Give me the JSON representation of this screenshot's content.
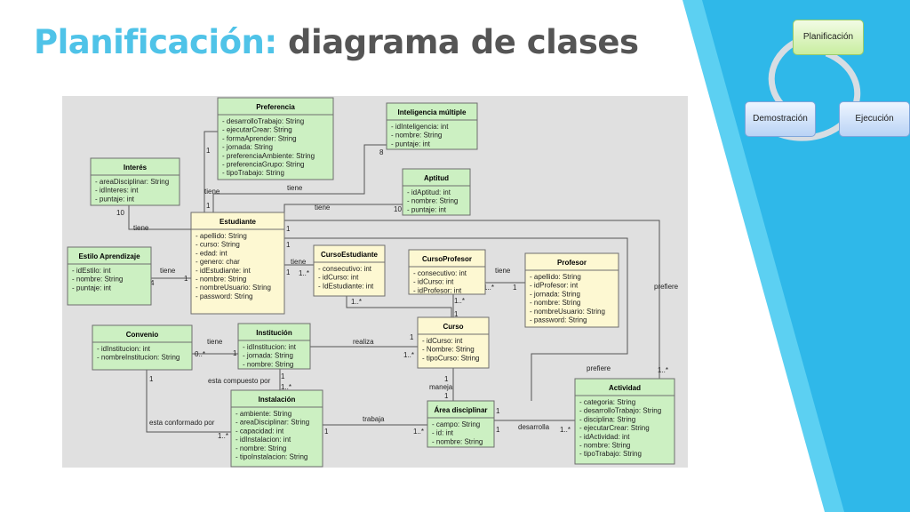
{
  "slide": {
    "title_highlight": "Planificación:",
    "title_rest": "diagrama de clases"
  },
  "cycle": {
    "nodes": [
      "Planificación",
      "Ejecución",
      "Demostración"
    ]
  },
  "colors": {
    "accent": "#4fc3e8",
    "ribbon_dark": "#29b6e8",
    "ribbon_light": "#5cd0f2",
    "class_green": "#ccf0c2",
    "class_yellow": "#fdf8d2",
    "diagram_bg": "#e0e0e0"
  },
  "diagram": {
    "classes": [
      {
        "id": "preferencia",
        "name": "Preferencia",
        "color": "green",
        "attrs": [
          "desarrolloTrabajo: String",
          "ejecutarCrear: String",
          "formaAprender: String",
          "jornada: String",
          "preferenciaAmbiente: String",
          "preferenciaGrupo: String",
          "tipoTrabajo: String"
        ]
      },
      {
        "id": "inteligencia",
        "name": "Inteligencia múltiple",
        "color": "green",
        "attrs": [
          "idInteligencia: int",
          "nombre: String",
          "puntaje: int"
        ]
      },
      {
        "id": "interes",
        "name": "Interés",
        "color": "green",
        "attrs": [
          "areaDisciplinar: String",
          "idInteres: int",
          "puntaje: int"
        ]
      },
      {
        "id": "aptitud",
        "name": "Aptitud",
        "color": "green",
        "attrs": [
          "idAptitud: int",
          "nombre: String",
          "puntaje: int"
        ]
      },
      {
        "id": "estudiante",
        "name": "Estudiante",
        "color": "yellow",
        "attrs": [
          "apellido: String",
          "curso: String",
          "edad: int",
          "genero: char",
          "idEstudiante: int",
          "nombre: String",
          "nombreUsuario: String",
          "password: String"
        ]
      },
      {
        "id": "estilo",
        "name": "Estilo Aprendizaje",
        "color": "green",
        "attrs": [
          "idEstilo: int",
          "nombre: String",
          "puntaje: int"
        ]
      },
      {
        "id": "cursoEst",
        "name": "CursoEstudiante",
        "color": "yellow",
        "attrs": [
          "consecutivo: int",
          "idCurso: int",
          "IdEstudiante: int"
        ]
      },
      {
        "id": "cursoProf",
        "name": "CursoProfesor",
        "color": "yellow",
        "attrs": [
          "consecutivo: int",
          "idCurso: int",
          "idProfesor: int"
        ]
      },
      {
        "id": "profesor",
        "name": "Profesor",
        "color": "yellow",
        "attrs": [
          "apellido: String",
          "idProfesor: int",
          "jornada: String",
          "nombre: String",
          "nombreUsuario: String",
          "password: String"
        ]
      },
      {
        "id": "convenio",
        "name": "Convenio",
        "color": "green",
        "attrs": [
          "idInstitucion: int",
          "nombreInstitucion: String"
        ]
      },
      {
        "id": "institucion",
        "name": "Institución",
        "color": "green",
        "attrs": [
          "idInstitucion: int",
          "jornada: String",
          "nombre: String"
        ]
      },
      {
        "id": "curso",
        "name": "Curso",
        "color": "yellow",
        "attrs": [
          "idCurso: int",
          "Nombre: String",
          "tipoCurso: String"
        ]
      },
      {
        "id": "instalacion",
        "name": "Instalación",
        "color": "green",
        "attrs": [
          "ambiente: String",
          "areaDisciplinar: String",
          "capacidad: int",
          "idInstalacion: int",
          "nombre: String",
          "tipoInstalacion: String"
        ]
      },
      {
        "id": "area",
        "name": "Área disciplinar",
        "color": "green",
        "attrs": [
          "campo: String",
          "id: int",
          "nombre: String"
        ]
      },
      {
        "id": "actividad",
        "name": "Actividad",
        "color": "green",
        "attrs": [
          "categoria: String",
          "desarrolloTrabajo: String",
          "disciplina: String",
          "ejecutarCrear: String",
          "idActividad: int",
          "nombre: String",
          "tipoTrabajo: String"
        ]
      }
    ],
    "labels": {
      "tiene": "tiene",
      "realiza": "realiza",
      "maneja": "maneja",
      "trabaja": "trabaja",
      "desarrolla": "desarrolla",
      "prefiere": "prefiere",
      "esta_compuesto_por": "esta compuesto por",
      "esta_conformado_por": "esta conformado por",
      "m1": "1",
      "m10": "10",
      "m8": "8",
      "m4": "4",
      "m1n": "1..*",
      "m0n": "0..*"
    }
  }
}
